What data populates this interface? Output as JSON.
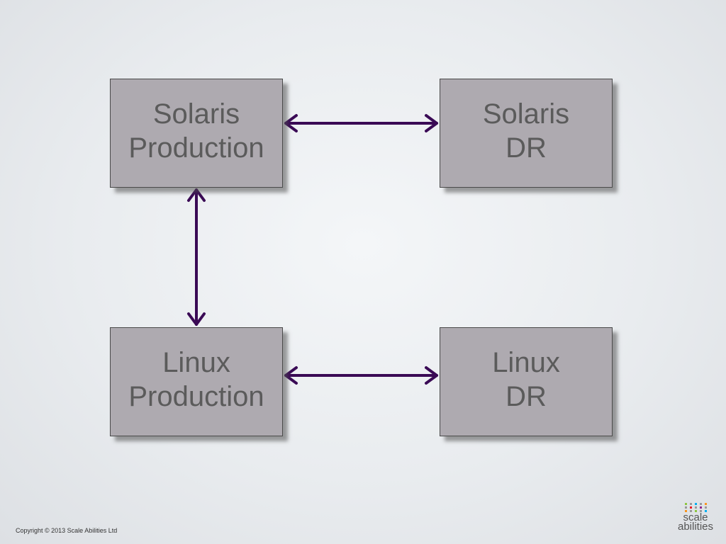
{
  "boxes": {
    "solaris_production": {
      "line1": "Solaris",
      "line2": "Production"
    },
    "solaris_dr": {
      "line1": "Solaris",
      "line2": "DR"
    },
    "linux_production": {
      "line1": "Linux",
      "line2": "Production"
    },
    "linux_dr": {
      "line1": "Linux",
      "line2": "DR"
    }
  },
  "connections": [
    {
      "from": "Solaris Production",
      "to": "Solaris DR",
      "direction": "bidirectional"
    },
    {
      "from": "Solaris Production",
      "to": "Linux Production",
      "direction": "bidirectional"
    },
    {
      "from": "Linux Production",
      "to": "Linux DR",
      "direction": "bidirectional"
    }
  ],
  "colors": {
    "box_fill": "#aeaab0",
    "box_border": "#4a4a4a",
    "box_text": "#5b5b5b",
    "arrow": "#3a0a55"
  },
  "footer": {
    "copyright": "Copyright © 2013 Scale Abilities Ltd"
  },
  "logo": {
    "line1": "scale",
    "line2": "abilities",
    "icon": "scale-abilities-dots-logo"
  }
}
